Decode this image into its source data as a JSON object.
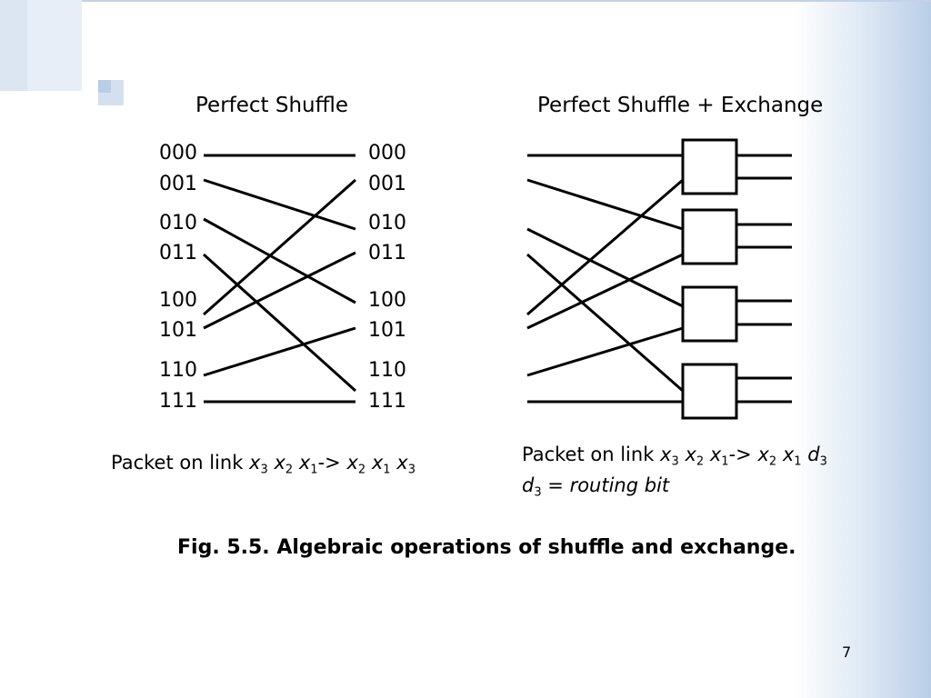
{
  "left": {
    "title": "Perfect Shuffle",
    "inputs": [
      "000",
      "001",
      "010",
      "011",
      "100",
      "101",
      "110",
      "111"
    ],
    "outputs": [
      "000",
      "001",
      "010",
      "011",
      "100",
      "101",
      "110",
      "111"
    ],
    "caption": {
      "prefix": "Packet on link ",
      "x": "x",
      "arrow": "->",
      "s3": "3",
      "s2": "2",
      "s1": "1"
    }
  },
  "right": {
    "title": "Perfect Shuffle + Exchange",
    "caption": {
      "prefix": "Packet on link ",
      "x": "x",
      "d": "d",
      "arrow": "->",
      "s3": "3",
      "s2": "2",
      "s1": "1",
      "routing_text": " = routing bit"
    }
  },
  "figure_caption": "Fig. 5.5. Algebraic operations of shuffle and exchange.",
  "page_number": "7"
}
